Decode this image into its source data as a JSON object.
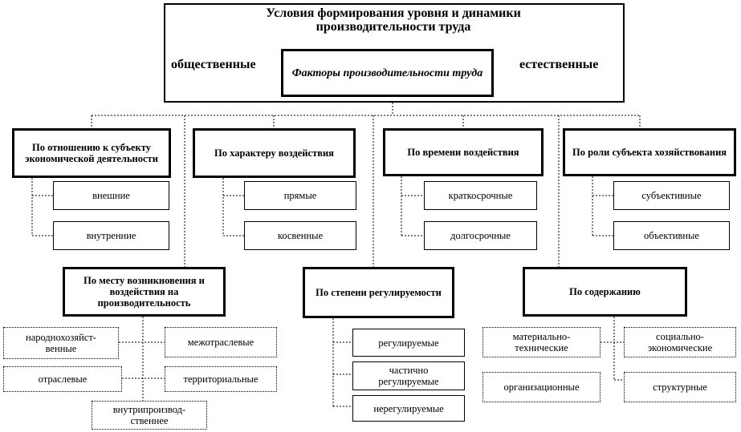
{
  "header": {
    "title": "Условия формирования уровня и динамики производительности труда",
    "left": "общественные",
    "right": "естественные",
    "center": "Факторы производительности труда"
  },
  "groups": {
    "subject": {
      "title": "По отношению к субъекту экономической деятельности",
      "items": [
        "внешние",
        "внутренние"
      ]
    },
    "character": {
      "title": "По характеру воздействия",
      "items": [
        "прямые",
        "косвенные"
      ]
    },
    "time": {
      "title": "По времени воздействия",
      "items": [
        "краткосрочные",
        "долгосрочные"
      ]
    },
    "role": {
      "title": "По роли субъекта хозяйствования",
      "items": [
        "субъективные",
        "объективные"
      ]
    },
    "place": {
      "title": "По месту возникновения и воздействия на производительность",
      "items": [
        "народнохозяйст-венные",
        "межотраслевые",
        "отраслевые",
        "территориальные",
        "внутрипроизвод-ственнее"
      ]
    },
    "regulation": {
      "title": "По степени регулируемости",
      "items": [
        "регулируемые",
        "частично регулируемые",
        "нерегулируемые"
      ]
    },
    "content": {
      "title": "По содержанию",
      "items": [
        "материально-технические",
        "социально-экономические",
        "организационные",
        "структурные"
      ]
    }
  }
}
